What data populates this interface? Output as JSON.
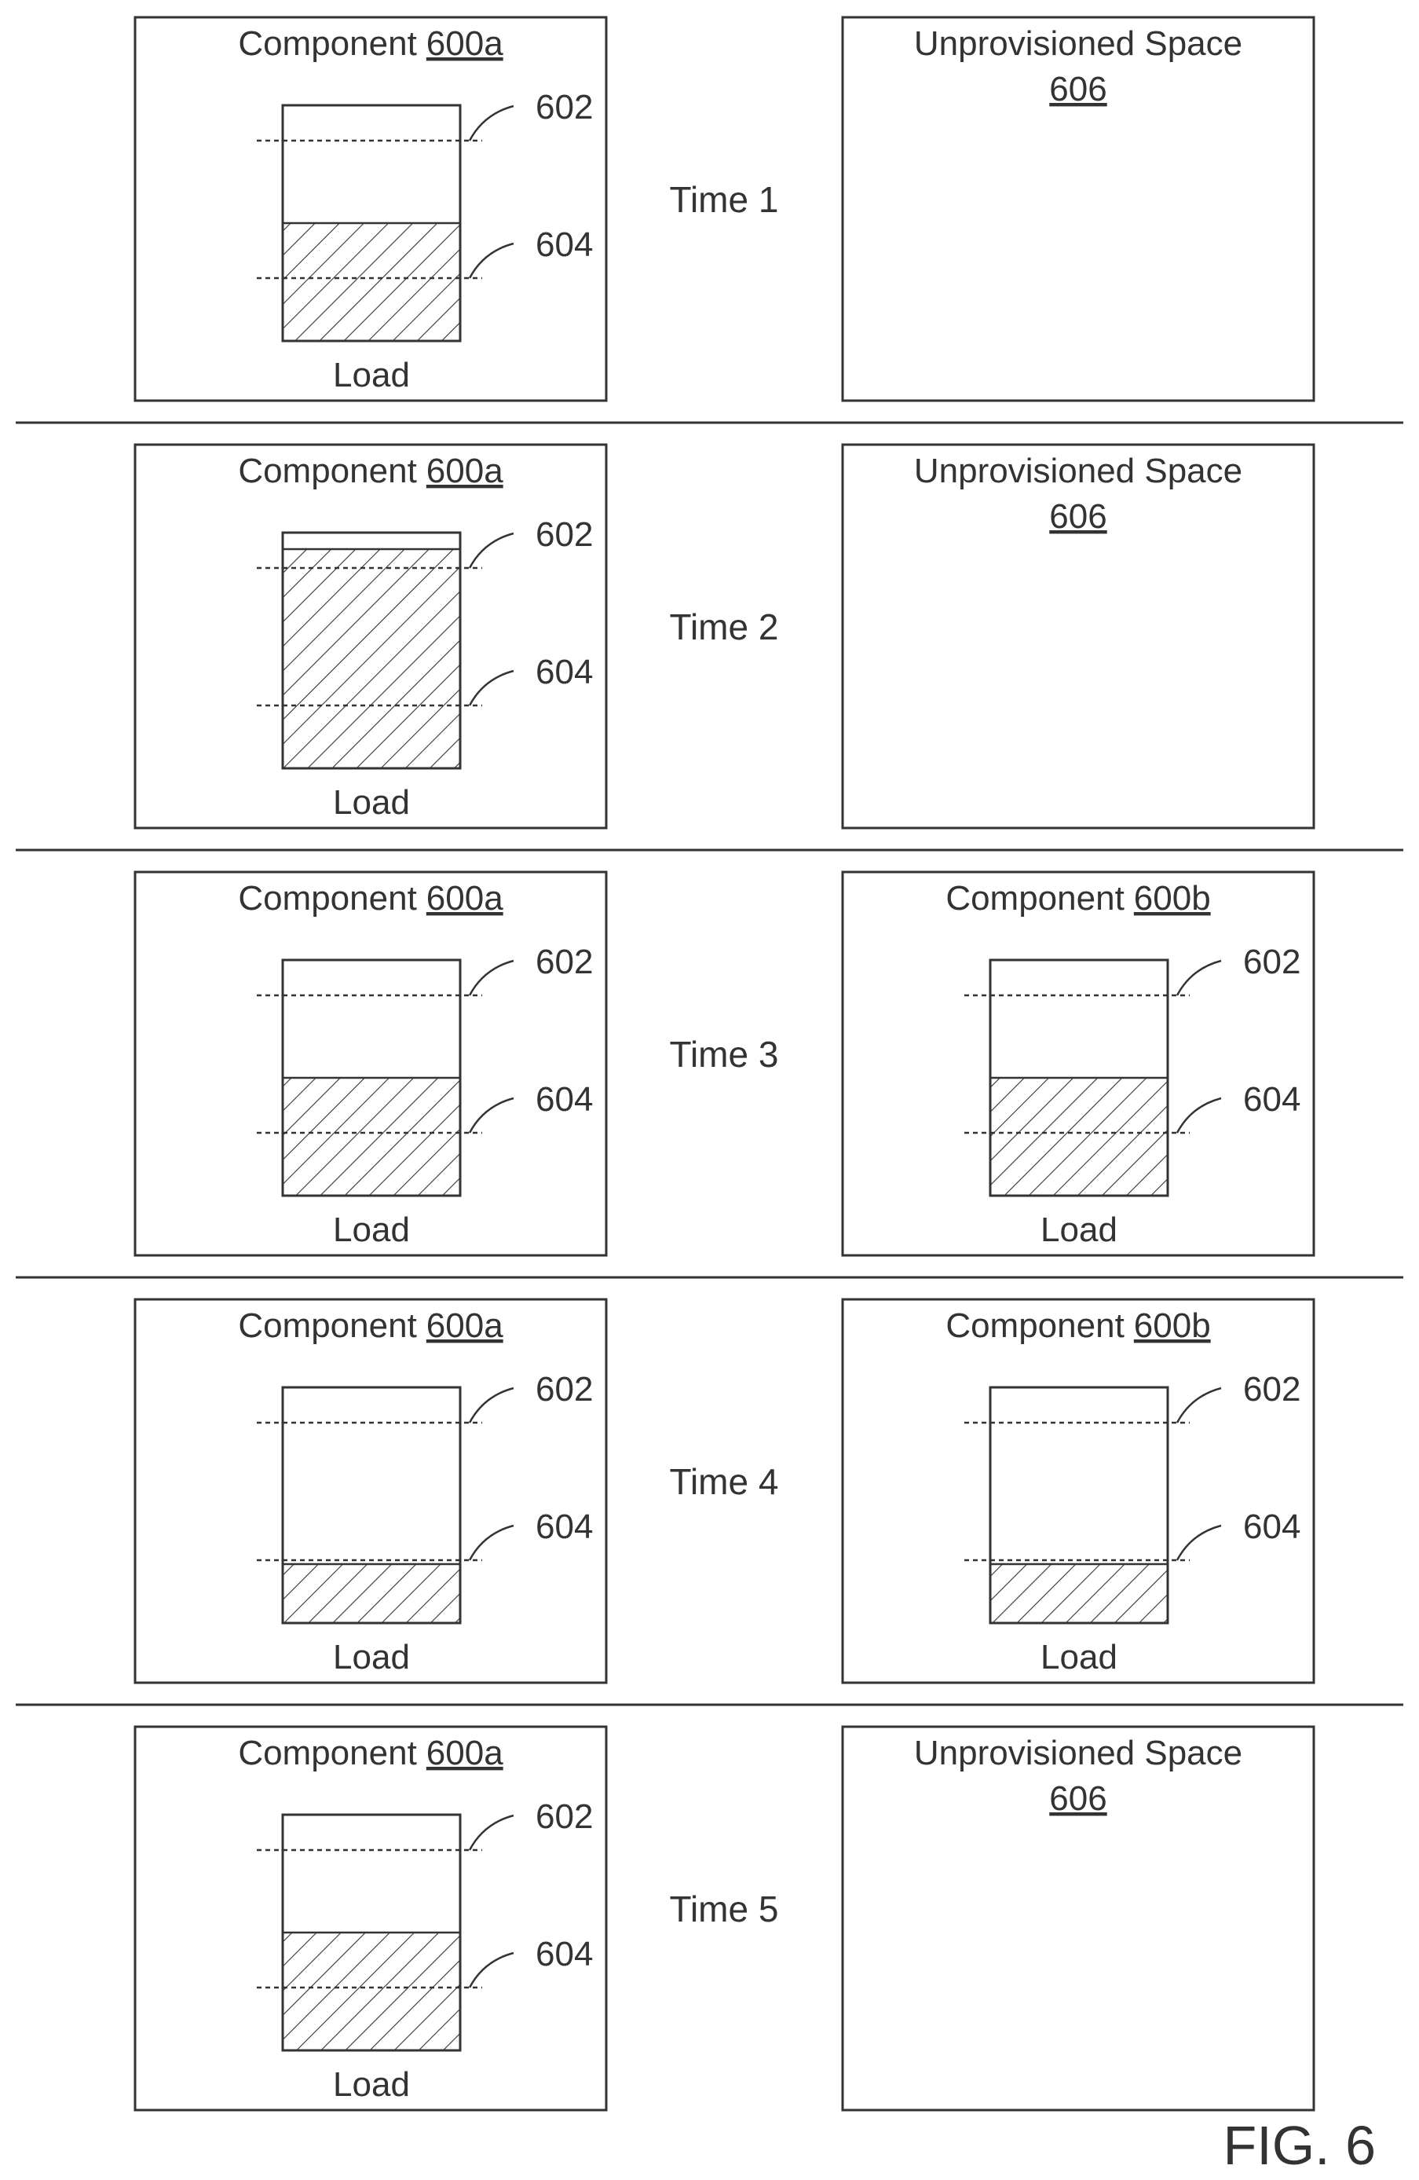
{
  "figure_label": "FIG. 6",
  "colors": {
    "ink": "#333333",
    "background": "#ffffff"
  },
  "rows": [
    {
      "time_label": "Time 1",
      "left": {
        "kind": "component",
        "title_prefix": "Component",
        "title_ref": "600a",
        "upper_ref": "602",
        "lower_ref": "604",
        "load_label": "Load",
        "load_fill": 0.5
      },
      "right": {
        "kind": "unprovisioned",
        "title_prefix": "Unprovisioned Space",
        "title_ref": "606"
      }
    },
    {
      "time_label": "Time 2",
      "left": {
        "kind": "component",
        "title_prefix": "Component",
        "title_ref": "600a",
        "upper_ref": "602",
        "lower_ref": "604",
        "load_label": "Load",
        "load_fill": 0.93
      },
      "right": {
        "kind": "unprovisioned",
        "title_prefix": "Unprovisioned Space",
        "title_ref": "606"
      }
    },
    {
      "time_label": "Time 3",
      "left": {
        "kind": "component",
        "title_prefix": "Component",
        "title_ref": "600a",
        "upper_ref": "602",
        "lower_ref": "604",
        "load_label": "Load",
        "load_fill": 0.5
      },
      "right": {
        "kind": "component",
        "title_prefix": "Component",
        "title_ref": "600b",
        "upper_ref": "602",
        "lower_ref": "604",
        "load_label": "Load",
        "load_fill": 0.5
      }
    },
    {
      "time_label": "Time 4",
      "left": {
        "kind": "component",
        "title_prefix": "Component",
        "title_ref": "600a",
        "upper_ref": "602",
        "lower_ref": "604",
        "load_label": "Load",
        "load_fill": 0.25
      },
      "right": {
        "kind": "component",
        "title_prefix": "Component",
        "title_ref": "600b",
        "upper_ref": "602",
        "lower_ref": "604",
        "load_label": "Load",
        "load_fill": 0.25
      }
    },
    {
      "time_label": "Time 5",
      "left": {
        "kind": "component",
        "title_prefix": "Component",
        "title_ref": "600a",
        "upper_ref": "602",
        "lower_ref": "604",
        "load_label": "Load",
        "load_fill": 0.5
      },
      "right": {
        "kind": "unprovisioned",
        "title_prefix": "Unprovisioned Space",
        "title_ref": "606"
      }
    }
  ]
}
